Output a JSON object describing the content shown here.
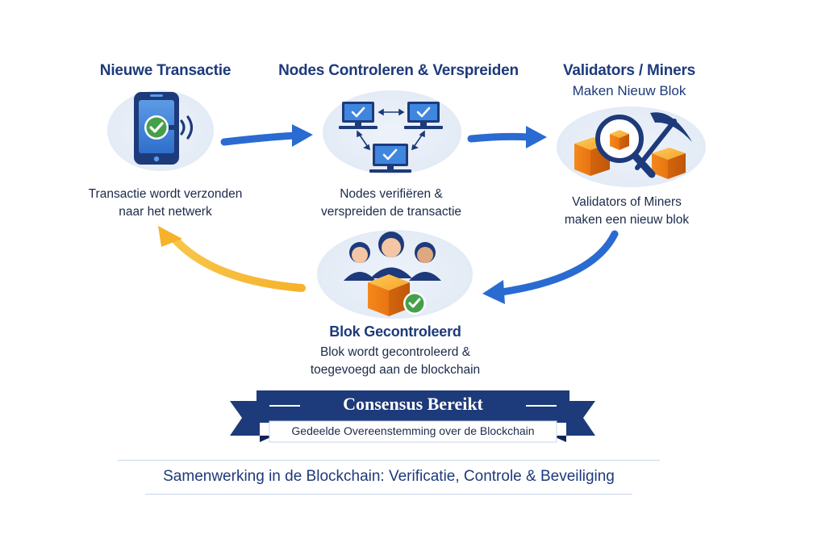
{
  "steps": {
    "transaction": {
      "title": "Nieuwe Transactie",
      "desc": [
        "Transactie wordt verzonden",
        "naar het netwerk"
      ]
    },
    "nodes": {
      "title": "Nodes Controleren & Verspreiden",
      "desc": [
        "Nodes verifiëren &",
        "verspreiden de transactie"
      ]
    },
    "miners": {
      "title": "Validators / Miners",
      "subtitle": "Maken Nieuw Blok",
      "desc": [
        "Validators of Miners",
        "maken een nieuw blok"
      ]
    },
    "block": {
      "title": "Blok Gecontroleerd",
      "desc": [
        "Blok wordt gecontroleerd &",
        "toegevoegd aan de blockchain"
      ]
    }
  },
  "banner": {
    "title": "Consensus Bereikt",
    "subtitle": "Gedeelde Overeenstemming over de Blockchain"
  },
  "footer": {
    "text": "Samenwerking in de Blockchain: Verificatie, Controle & Beveiliging"
  },
  "colors": {
    "navy": "#1d3a7a",
    "arrow_blue": "#2a6bd1",
    "arrow_yellow": "#f5b42a",
    "check_green": "#45a049",
    "block_orange": "#f08a1c"
  }
}
